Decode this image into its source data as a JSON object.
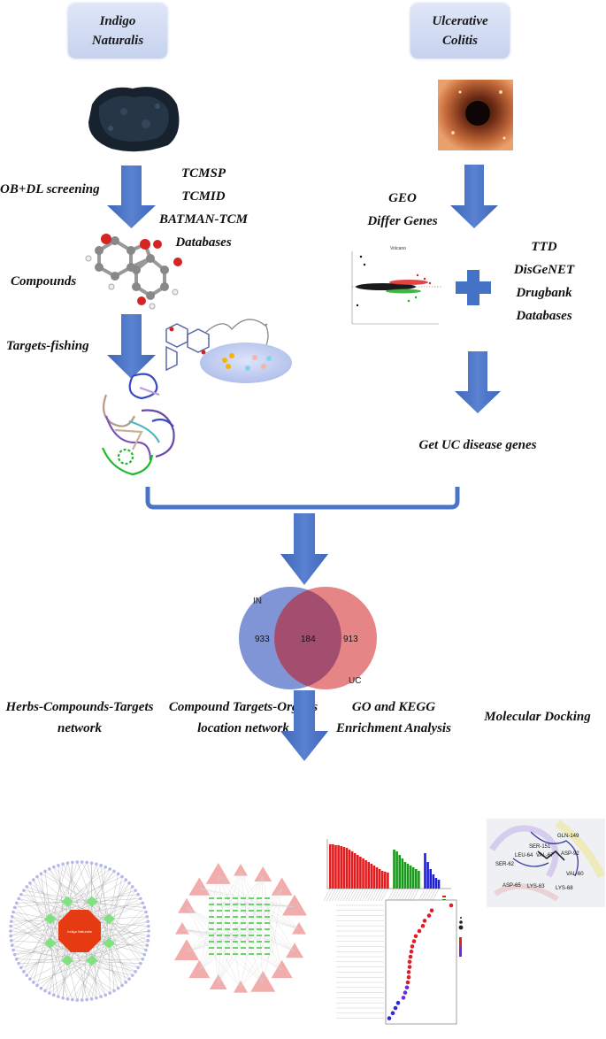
{
  "herb_box": "Indigo\nNaturalis",
  "disease_box": "Ulcerative\nColitis",
  "screening_label": "OB+DL screening",
  "herb_databases": [
    "TCMSP",
    "TCMID",
    "BATMAN-TCM",
    "Databases"
  ],
  "compounds_label": "Compounds",
  "targets_label": "Targets-fishing",
  "geo_labels": [
    "GEO",
    "Differ Genes"
  ],
  "volcano_title": "Volcano",
  "disease_databases": [
    "TTD",
    "DisGeNET",
    "Drugbank",
    "Databases"
  ],
  "uc_genes_label": "Get UC disease genes",
  "venn": {
    "set_a": "IN",
    "set_b": "UC",
    "only_a": "933",
    "both": "184",
    "only_b": "913"
  },
  "analyses": [
    {
      "line1": "Herbs-Compounds-Targets",
      "line2": "network"
    },
    {
      "line1": "Compound Targets-Organs",
      "line2": "location network"
    },
    {
      "line1": "GO and KEGG",
      "line2": "Enrichment Analysis"
    },
    {
      "line1": "Molecular Docking",
      "line2": ""
    }
  ],
  "network_center": "Indigo Naturalis",
  "docking_residues": [
    "GLN-149",
    "SER-151",
    "LEU-64",
    "VAL-67",
    "ASP-92",
    "SER-62",
    "ASP-65",
    "LYS-63",
    "VAL-60",
    "LYS-68"
  ],
  "colors": {
    "arrow": "#4472c4",
    "venn_in": "#6e86cf",
    "venn_uc": "#e06767",
    "bar_red": "#e41a1c",
    "bar_green": "#1a9a1a",
    "bar_blue": "#1f1fd8"
  }
}
